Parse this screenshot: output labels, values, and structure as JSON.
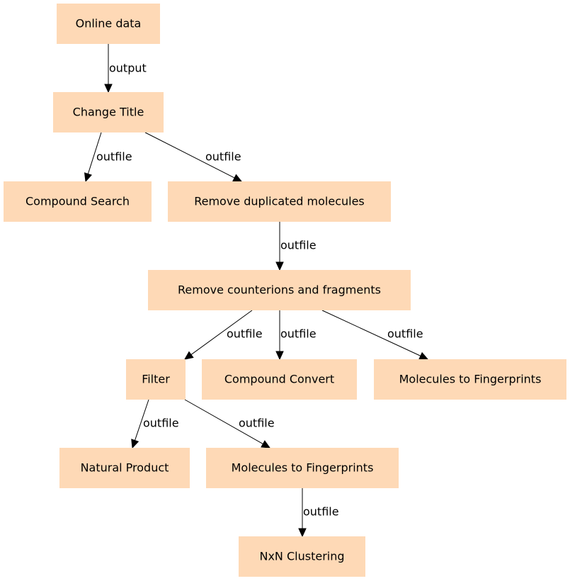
{
  "nodes": {
    "online_data": "Online data",
    "change_title": "Change Title",
    "compound_search": "Compound Search",
    "remove_duplicated": "Remove duplicated molecules",
    "remove_counterions": "Remove counterions and fragments",
    "filter": "Filter",
    "compound_convert": "Compound Convert",
    "fingerprints_a": "Molecules to Fingerprints",
    "natural_product": "Natural Product",
    "fingerprints_b": "Molecules to Fingerprints",
    "nxn_clustering": "NxN Clustering"
  },
  "edges": [
    {
      "from": "online_data",
      "to": "change_title",
      "label": "output"
    },
    {
      "from": "change_title",
      "to": "compound_search",
      "label": "outfile"
    },
    {
      "from": "change_title",
      "to": "remove_duplicated",
      "label": "outfile"
    },
    {
      "from": "remove_duplicated",
      "to": "remove_counterions",
      "label": "outfile"
    },
    {
      "from": "remove_counterions",
      "to": "filter",
      "label": "outfile"
    },
    {
      "from": "remove_counterions",
      "to": "compound_convert",
      "label": "outfile"
    },
    {
      "from": "remove_counterions",
      "to": "fingerprints_a",
      "label": "outfile"
    },
    {
      "from": "filter",
      "to": "natural_product",
      "label": "outfile"
    },
    {
      "from": "filter",
      "to": "fingerprints_b",
      "label": "outfile"
    },
    {
      "from": "fingerprints_b",
      "to": "nxn_clustering",
      "label": "outfile"
    }
  ],
  "colors": {
    "node_fill": "#fed9b6",
    "edge": "#000000"
  }
}
